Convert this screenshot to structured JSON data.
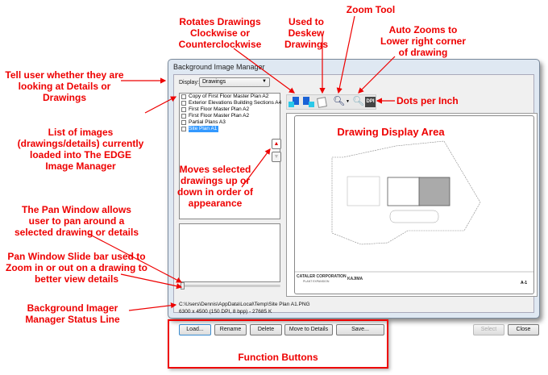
{
  "window": {
    "title": "Background Image Manager",
    "display_label": "Display:",
    "display_value": "Drawings"
  },
  "images": [
    {
      "label": "Copy of First Floor Master Plan A2",
      "selected": false
    },
    {
      "label": "Exterior Elevations Building Sections A4",
      "selected": false
    },
    {
      "label": "First Floor Master Plan A2",
      "selected": false
    },
    {
      "label": "First Floor Master Plan A2",
      "selected": false
    },
    {
      "label": "Partial Plans A3",
      "selected": false
    },
    {
      "label": "Site Plan A1",
      "selected": true
    }
  ],
  "toolbar": {
    "dpi_label": "DPI"
  },
  "drawing": {
    "company": "CATALER CORPORATION",
    "project": "PLANT EXPANSION",
    "architect": "KAJIMA",
    "sheet": "A-1"
  },
  "status": {
    "path": "C:\\Users\\Dennis\\AppData\\Local\\Temp\\Site Plan A1.PNG",
    "info": "6300 x 4500 (150 DPI, 8 bpp) - 27685 K"
  },
  "buttons": {
    "load": "Load...",
    "rename": "Rename",
    "delete": "Delete",
    "move": "Move to Details",
    "save": "Save...",
    "select": "Select",
    "close": "Close"
  },
  "annotations": {
    "rotate": "Rotates Drawings Clockwise or Counterclockwise",
    "deskew": "Used to Deskew Drawings",
    "zoom": "Zoom Tool",
    "autozoom": "Auto Zooms to Lower right corner of drawing",
    "dpi": "Dots per Inch",
    "display": "Tell user whether they are looking at Details or Drawings",
    "list": "List of images (drawings/details) currently loaded into The EDGE Image Manager",
    "moves": "Moves selected drawings up or down in order of appearance",
    "display_area": "Drawing Display Area",
    "pan": "The Pan Window allows user to pan around a selected drawing or details",
    "slider": "Pan Window Slide bar used to Zoom in or out on a drawing to better view details",
    "status": "Background Imager Manager Status Line",
    "function": "Function Buttons"
  }
}
